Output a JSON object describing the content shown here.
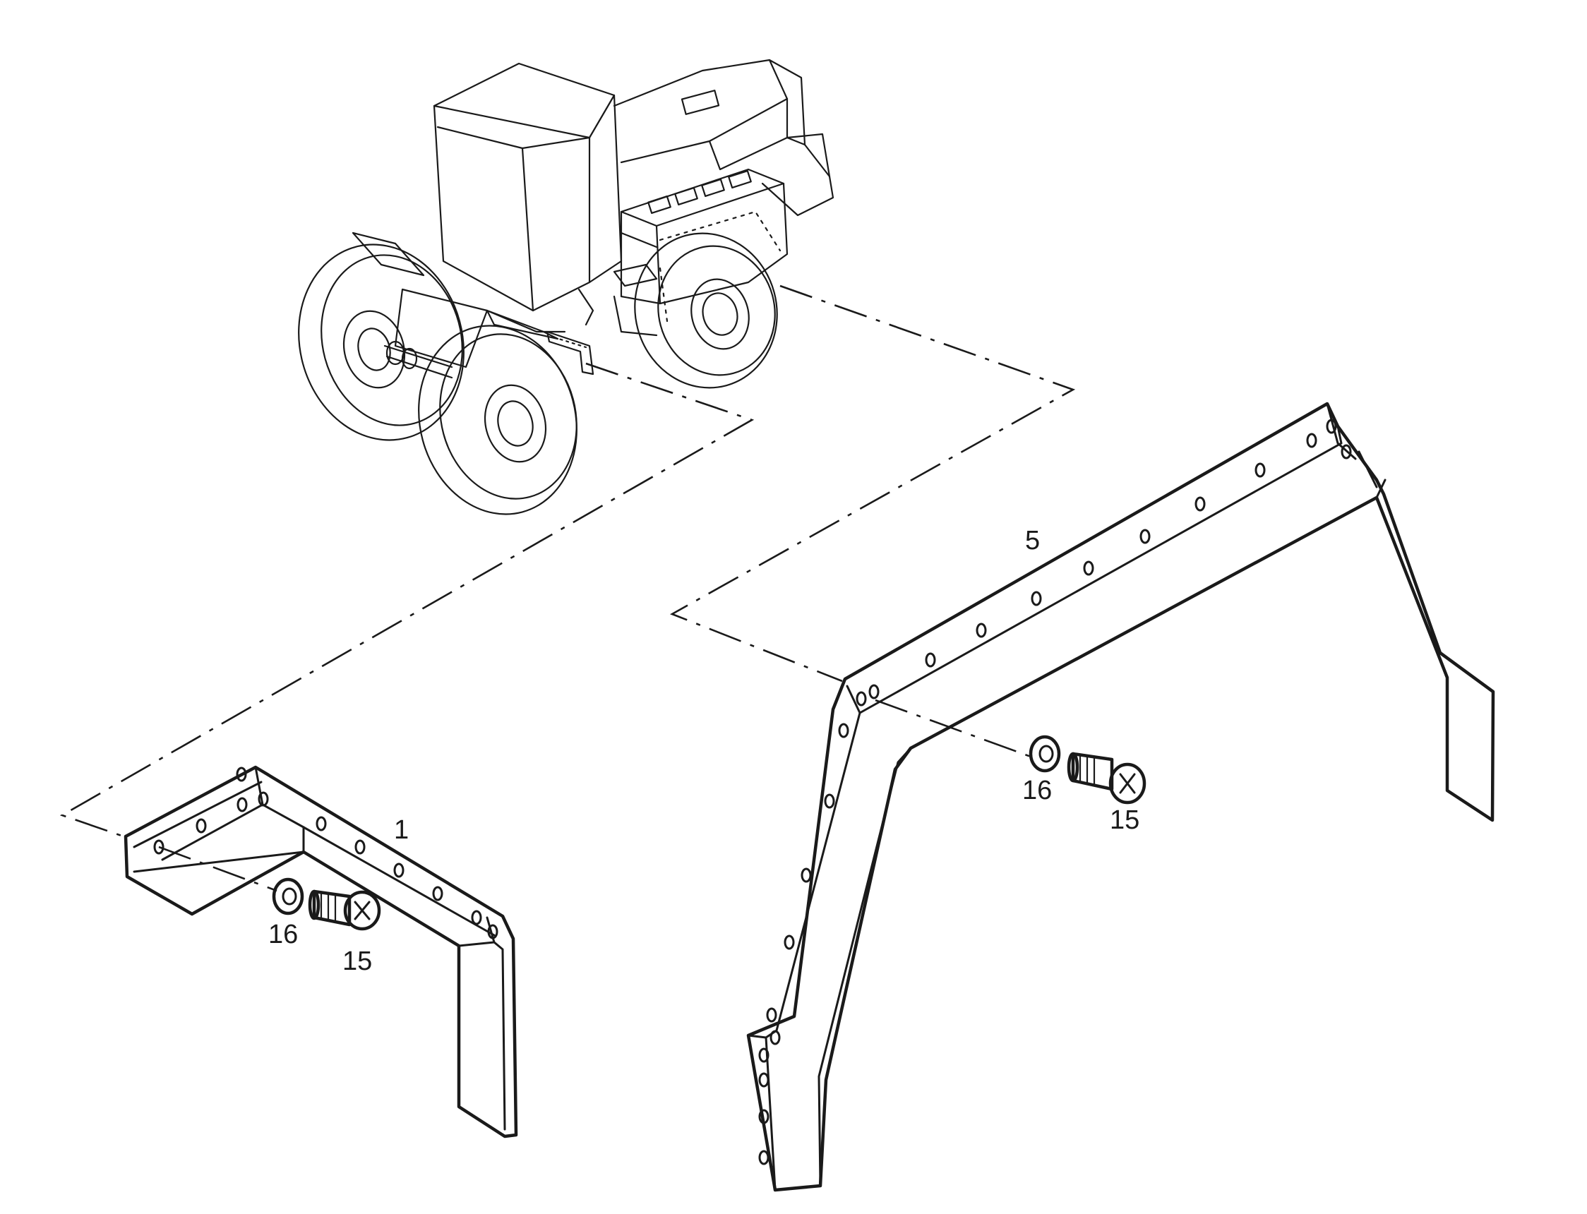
{
  "callouts": {
    "part_1": "1",
    "part_5": "5",
    "washer_left": "16",
    "bolt_left": "15",
    "washer_right": "16",
    "bolt_right": "15"
  },
  "icons": {
    "tractor": "tractor-illustration",
    "left_fender": "bracket-part",
    "right_fender": "fender-arch-part",
    "washer": "washer-icon",
    "bolt": "bolt-icon"
  },
  "colors": {
    "ink": "#1a1a1a",
    "paper": "#ffffff"
  }
}
